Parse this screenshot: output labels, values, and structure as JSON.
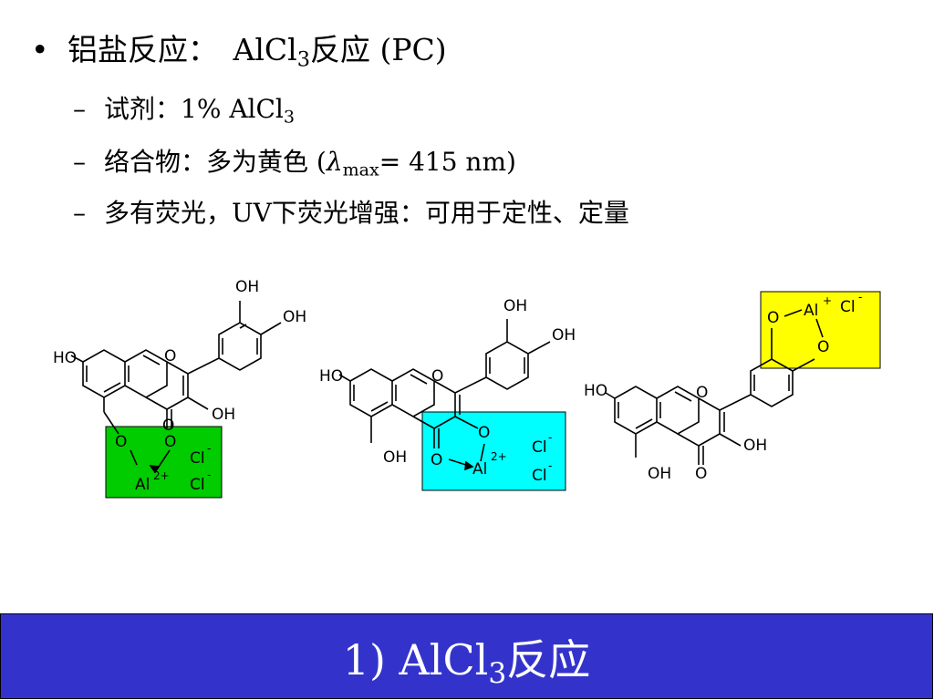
{
  "main_bullet": {
    "bullet": "•",
    "label": "铝盐反应：",
    "reagent_prefix": "AlCl",
    "reagent_sub": "3",
    "reaction_suffix": "反应 (PC)"
  },
  "sub_bullets": {
    "dash": "–",
    "reagent": {
      "label": "试剂：1% AlCl",
      "sub": "3"
    },
    "complex": {
      "label": "络合物：多为黄色 (",
      "lambda": "λ",
      "lambda_sub": "max",
      "value": "= 415 nm)"
    },
    "fluorescence": {
      "text": "多有荧光，UV下荧光增强：可用于定性、定量"
    }
  },
  "structures": {
    "labels": {
      "OH": "OH",
      "HO": "HO",
      "O": "O",
      "Al": "Al",
      "Cl": "Cl",
      "charge_2plus": "2+",
      "charge_plus": "+",
      "minus": "-"
    },
    "box_colors": {
      "complex_1": "#00cc00",
      "complex_2": "#00ffff",
      "complex_3": "#ffff00"
    }
  },
  "footer": {
    "prefix": "1) AlCl",
    "sub": "3",
    "suffix": "反应"
  }
}
